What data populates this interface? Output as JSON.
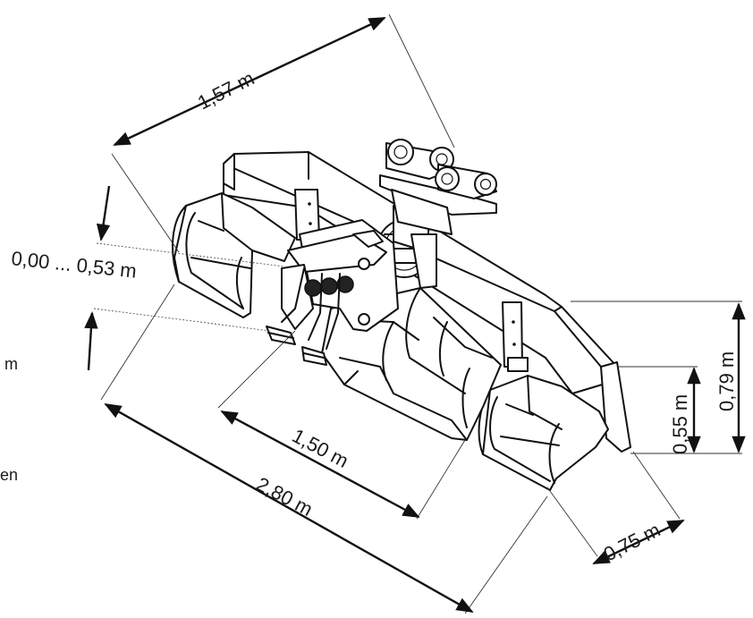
{
  "dimensions": {
    "top_length": "1,57 m",
    "lift_range": "0,00 ... 0,53 m",
    "inner_width": "1,50 m",
    "total_width": "2,80 m",
    "depth": "0,75 m",
    "height_small": "0,55 m",
    "height_total": "0,79 m"
  },
  "cut_off_text": {
    "m_fragment": "m",
    "en_fragment": "en"
  }
}
